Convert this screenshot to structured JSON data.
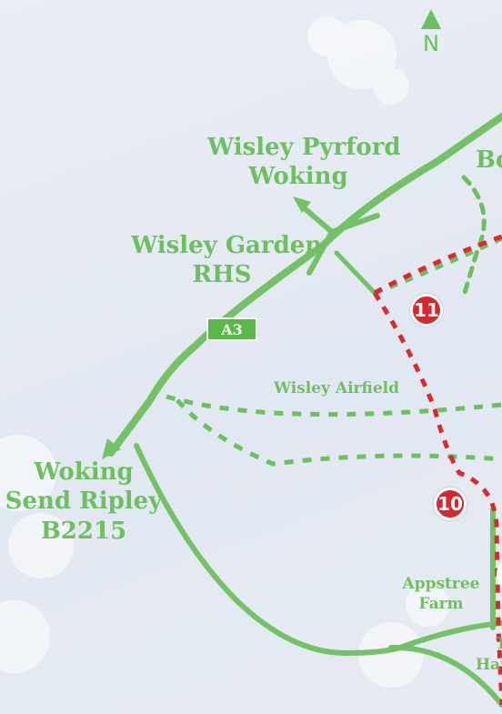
{
  "map": {
    "colors": {
      "road": "#73c265",
      "trail": "#e0272e",
      "path": "#6cc15e",
      "badge": "#d6262e",
      "background": "#e4e9f2",
      "label": "#6cc15e"
    },
    "north": {
      "letter": "N",
      "icon": "north-arrow-icon"
    },
    "road_shield": "A3",
    "labels": {
      "wisley_pyrford": "Wisley Pyrford",
      "woking_top": "Woking",
      "wisley_garden": "Wisley Garden",
      "rhs": "RHS",
      "bo_partial": "Bo",
      "wisley_airfield": "Wisley Airfield",
      "woking_left": "Woking",
      "send_ripley": "Send Ripley",
      "b2215": "B2215",
      "appstree": "Appstree",
      "farm": "Farm",
      "t_partial": "T",
      "hau_partial": "Hau"
    },
    "markers": [
      "11",
      "10"
    ]
  }
}
